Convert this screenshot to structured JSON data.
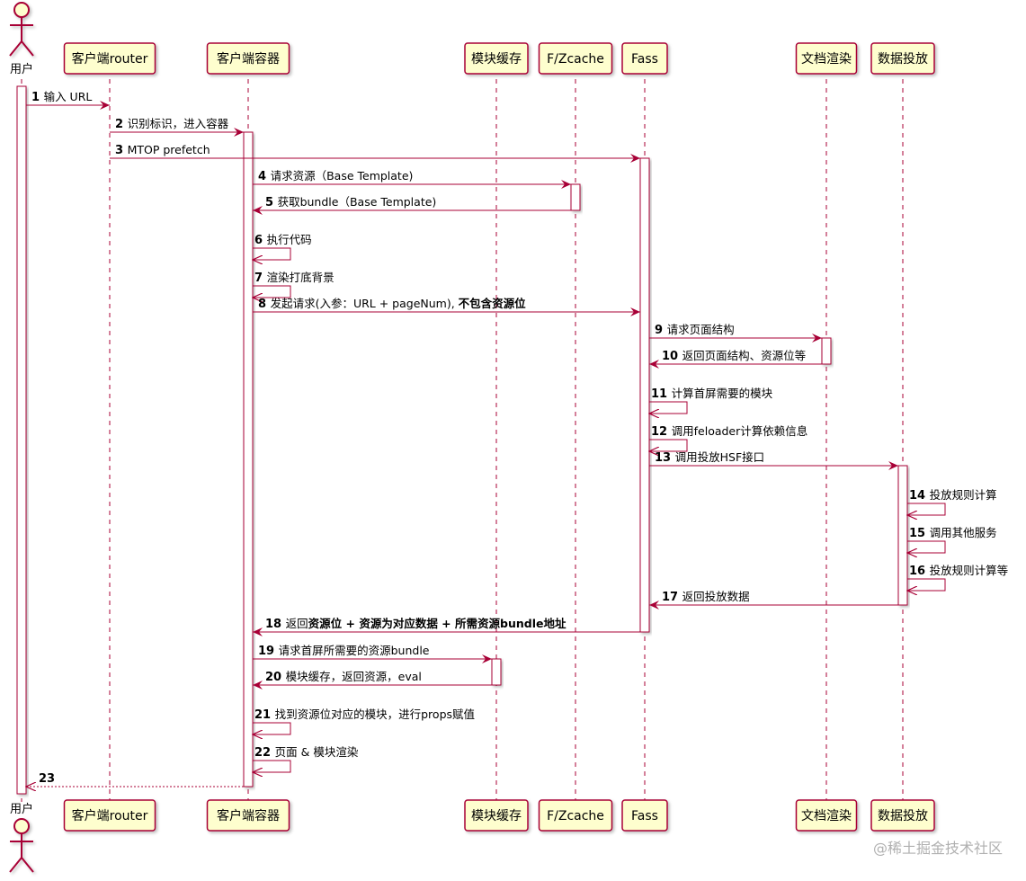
{
  "participants": [
    {
      "id": "user",
      "label": "用户",
      "kind": "actor"
    },
    {
      "id": "router",
      "label": "客户端router",
      "kind": "box"
    },
    {
      "id": "container",
      "label": "客户端容器",
      "kind": "box"
    },
    {
      "id": "modcache",
      "label": "模块缓存",
      "kind": "box"
    },
    {
      "id": "zcache",
      "label": "F/Zcache",
      "kind": "box"
    },
    {
      "id": "fass",
      "label": "Fass",
      "kind": "box"
    },
    {
      "id": "docrender",
      "label": "文档渲染",
      "kind": "box"
    },
    {
      "id": "delivery",
      "label": "数据投放",
      "kind": "box"
    }
  ],
  "messages": [
    {
      "num": "1",
      "from": "user",
      "to": "router",
      "parts": [
        {
          "t": "输入 URL"
        }
      ]
    },
    {
      "num": "2",
      "from": "router",
      "to": "container",
      "parts": [
        {
          "t": "识别标识，进入容器"
        }
      ]
    },
    {
      "num": "3",
      "from": "router",
      "to": "fass",
      "parts": [
        {
          "t": "MTOP prefetch"
        }
      ]
    },
    {
      "num": "4",
      "from": "container",
      "to": "zcache",
      "parts": [
        {
          "t": "请求资源（Base Template)"
        }
      ]
    },
    {
      "num": "5",
      "from": "zcache",
      "to": "container",
      "parts": [
        {
          "t": "获取bundle（Base Template)"
        }
      ]
    },
    {
      "num": "6",
      "from": "container",
      "to": "container",
      "parts": [
        {
          "t": "执行代码"
        }
      ]
    },
    {
      "num": "7",
      "from": "container",
      "to": "container",
      "parts": [
        {
          "t": "渲染打底背景"
        }
      ]
    },
    {
      "num": "8",
      "from": "container",
      "to": "fass",
      "parts": [
        {
          "t": "发起请求(入参：URL + pageNum), "
        },
        {
          "t": "不包含资源位",
          "b": true
        }
      ]
    },
    {
      "num": "9",
      "from": "fass",
      "to": "docrender",
      "parts": [
        {
          "t": "请求页面结构"
        }
      ]
    },
    {
      "num": "10",
      "from": "docrender",
      "to": "fass",
      "parts": [
        {
          "t": "返回页面结构、资源位等"
        }
      ]
    },
    {
      "num": "11",
      "from": "fass",
      "to": "fass",
      "parts": [
        {
          "t": "计算首屏需要的模块"
        }
      ]
    },
    {
      "num": "12",
      "from": "fass",
      "to": "fass",
      "parts": [
        {
          "t": "调用feloader计算依赖信息"
        }
      ]
    },
    {
      "num": "13",
      "from": "fass",
      "to": "delivery",
      "parts": [
        {
          "t": "调用投放HSF接口"
        }
      ]
    },
    {
      "num": "14",
      "from": "delivery",
      "to": "delivery",
      "parts": [
        {
          "t": "投放规则计算"
        }
      ]
    },
    {
      "num": "15",
      "from": "delivery",
      "to": "delivery",
      "parts": [
        {
          "t": "调用其他服务"
        }
      ]
    },
    {
      "num": "16",
      "from": "delivery",
      "to": "delivery",
      "parts": [
        {
          "t": "投放规则计算等"
        }
      ]
    },
    {
      "num": "17",
      "from": "delivery",
      "to": "fass",
      "parts": [
        {
          "t": "返回投放数据"
        }
      ]
    },
    {
      "num": "18",
      "from": "fass",
      "to": "container",
      "parts": [
        {
          "t": "返回"
        },
        {
          "t": "资源位 + 资源为对应数据 + 所需资源bundle地址",
          "b": true
        }
      ]
    },
    {
      "num": "19",
      "from": "container",
      "to": "modcache",
      "parts": [
        {
          "t": "请求首屏所需要的资源bundle"
        }
      ]
    },
    {
      "num": "20",
      "from": "modcache",
      "to": "container",
      "parts": [
        {
          "t": "模块缓存，返回资源，eval"
        }
      ]
    },
    {
      "num": "21",
      "from": "container",
      "to": "container",
      "parts": [
        {
          "t": "找到资源位对应的模块，进行props赋值"
        }
      ]
    },
    {
      "num": "22",
      "from": "container",
      "to": "container",
      "parts": [
        {
          "t": "页面 & 模块渲染"
        }
      ]
    },
    {
      "num": "23",
      "from": "container",
      "to": "user",
      "dashed": true,
      "parts": []
    }
  ],
  "watermark": "@稀土掘金技术社区",
  "colors": {
    "box_fill": "#FEFECE",
    "box_border": "#A80036",
    "line": "#A80036"
  }
}
